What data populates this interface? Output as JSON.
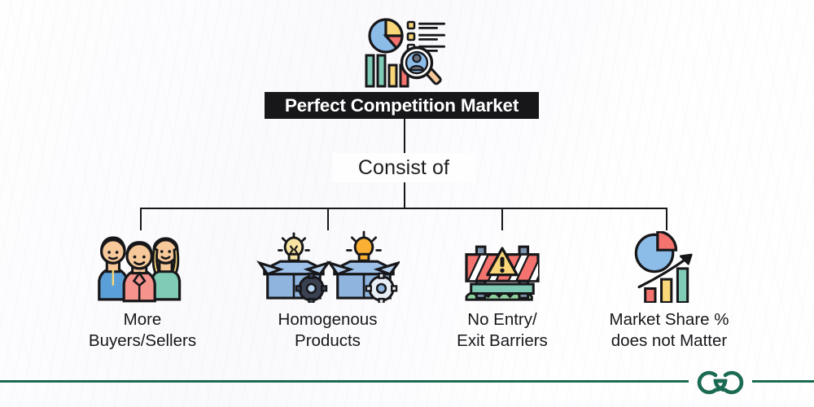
{
  "diagram": {
    "title": "Perfect Competition Market",
    "connector_label": "Consist of",
    "colors": {
      "title_bg": "#17171a",
      "title_text": "#ffffff",
      "line": "#17171a",
      "background": "#fefeff",
      "brand_green": "#1b6b52",
      "icon_blue": "#8cbce8",
      "icon_red": "#f4736e",
      "icon_yellow": "#f9d678",
      "icon_orange": "#fbb034",
      "icon_teal": "#7fcbb6",
      "icon_salmon": "#f5948c",
      "icon_gray": "#6b7280"
    },
    "top_icon": "market-research-icon",
    "branches": [
      {
        "icon": "people-group-icon",
        "label": "More\nBuyers/Sellers"
      },
      {
        "icon": "identical-products-icon",
        "label": "Homogenous\nProducts"
      },
      {
        "icon": "road-barrier-icon",
        "label": "No Entry/\nExit Barriers"
      },
      {
        "icon": "market-share-chart-icon",
        "label": "Market Share %\ndoes not Matter"
      }
    ]
  },
  "footer": {
    "logo": "geeksforgeeks-logo"
  }
}
